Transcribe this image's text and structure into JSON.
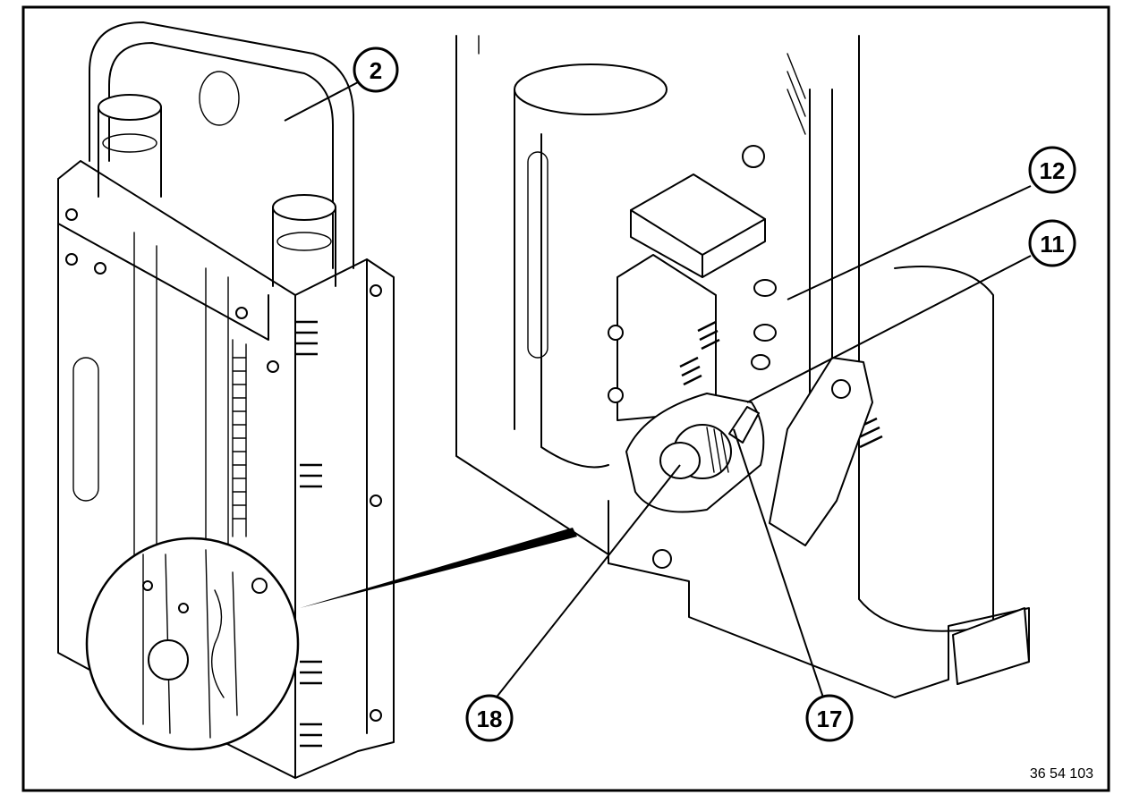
{
  "figure": {
    "callouts": [
      {
        "id": "c2",
        "label": "2"
      },
      {
        "id": "c12",
        "label": "12"
      },
      {
        "id": "c11",
        "label": "11"
      },
      {
        "id": "c18",
        "label": "18"
      },
      {
        "id": "c17",
        "label": "17"
      }
    ],
    "figure_number": "36 54 103"
  }
}
